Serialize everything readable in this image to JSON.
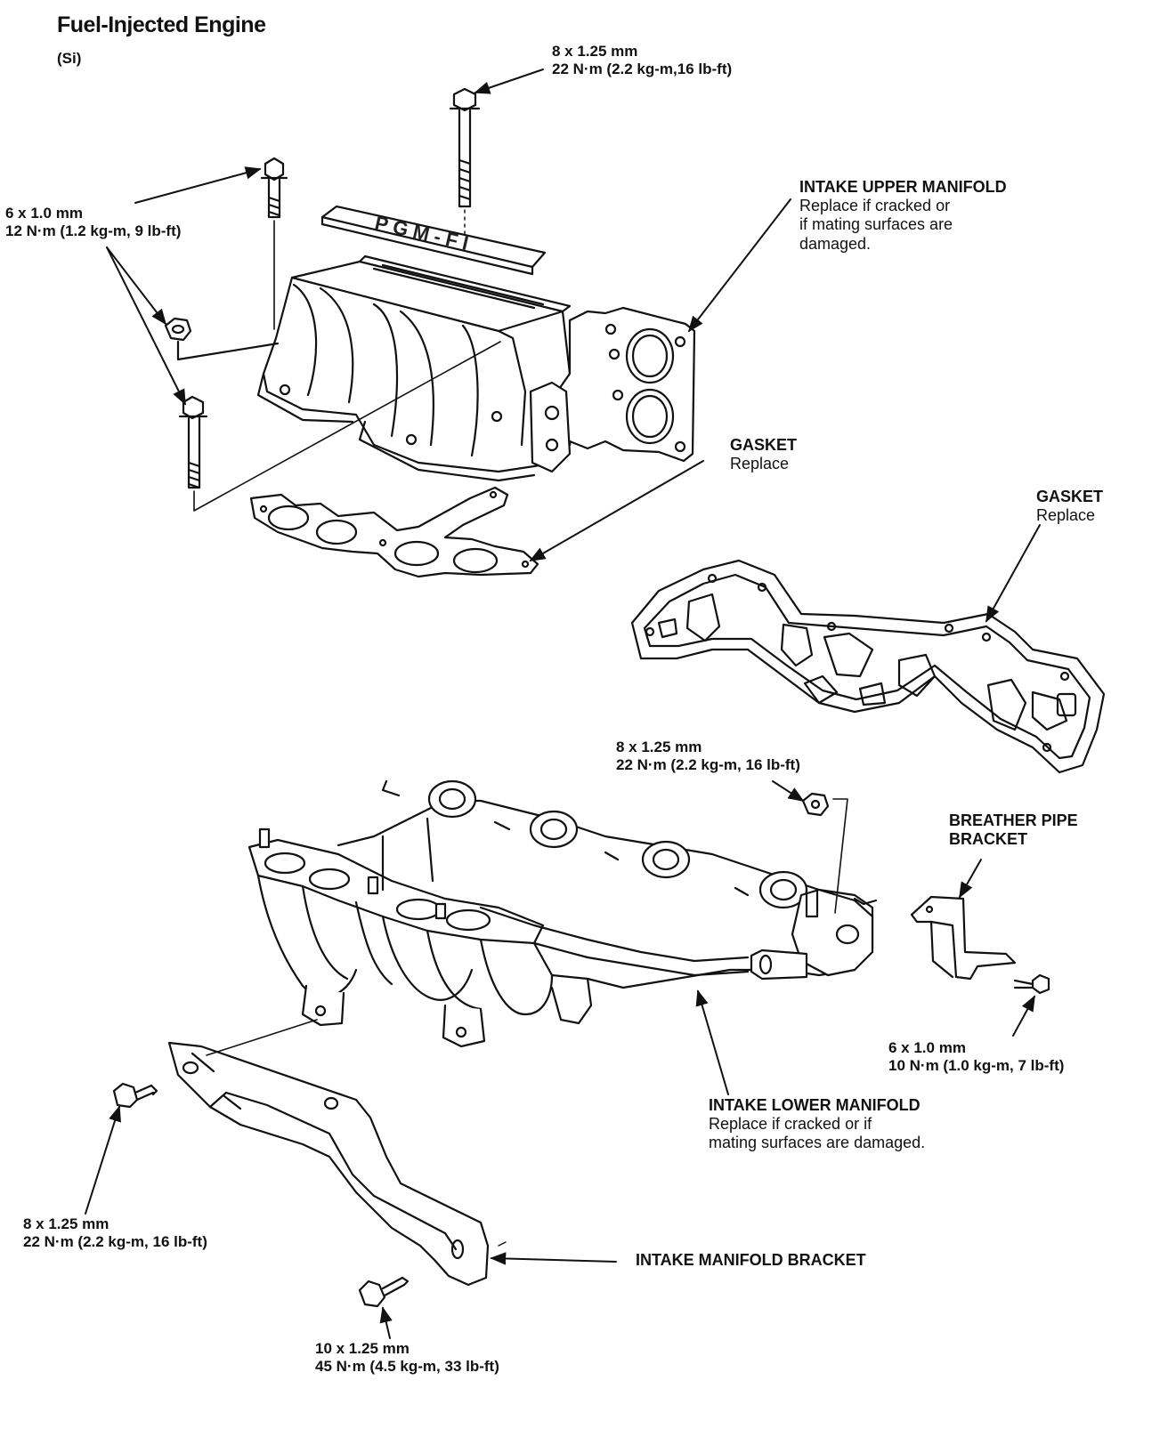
{
  "title": "Fuel-Injected Engine",
  "subtitle": "(Si)",
  "callouts": {
    "top_bolt": {
      "size": "8 x 1.25 mm",
      "torque": "22 N·m (2.2 kg-m,16 lb-ft)"
    },
    "left_bolts": {
      "size": "6 x 1.0 mm",
      "torque": "12 N·m (1.2 kg-m, 9 lb-ft)"
    },
    "upper_manifold": {
      "name": "INTAKE UPPER MANIFOLD",
      "lines": [
        "Replace if cracked or",
        "if mating surfaces are",
        "damaged."
      ]
    },
    "gasket_upper": {
      "name": "GASKET",
      "note": "Replace"
    },
    "gasket_right": {
      "name": "GASKET",
      "note": "Replace"
    },
    "nut_mid": {
      "size": "8 x 1.25 mm",
      "torque": "22 N·m (2.2 kg-m, 16 lb-ft)"
    },
    "breather": {
      "name_line1": "BREATHER PIPE",
      "name_line2": "BRACKET"
    },
    "breather_bolt": {
      "size": "6 x 1.0 mm",
      "torque": "10 N·m (1.0 kg-m, 7 lb-ft)"
    },
    "lower_manifold": {
      "name": "INTAKE LOWER MANIFOLD",
      "lines": [
        "Replace if cracked or if",
        "mating surfaces are damaged."
      ]
    },
    "bracket_bolt_left": {
      "size": "8 x 1.25 mm",
      "torque": "22 N·m (2.2 kg-m, 16 lb-ft)"
    },
    "manifold_bracket": {
      "name": "INTAKE MANIFOLD BRACKET"
    },
    "bracket_bolt_bottom": {
      "size": "10 x 1.25 mm",
      "torque": "45 N·m (4.5 kg-m, 33 lb-ft)"
    }
  },
  "plate_text": "PGM-FI"
}
